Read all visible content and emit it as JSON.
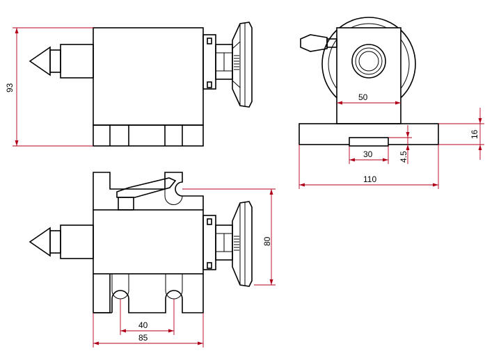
{
  "colors": {
    "outline": "#000000",
    "dimension": "#b0001a",
    "background": "#ffffff"
  },
  "dimensions": {
    "height_total": "93",
    "width_50": "50",
    "base_thickness": "16",
    "slot_width": "30",
    "slot_depth": "4.5",
    "base_width": "110",
    "center_height": "80",
    "slot_spacing": "40",
    "base_length": "85"
  }
}
